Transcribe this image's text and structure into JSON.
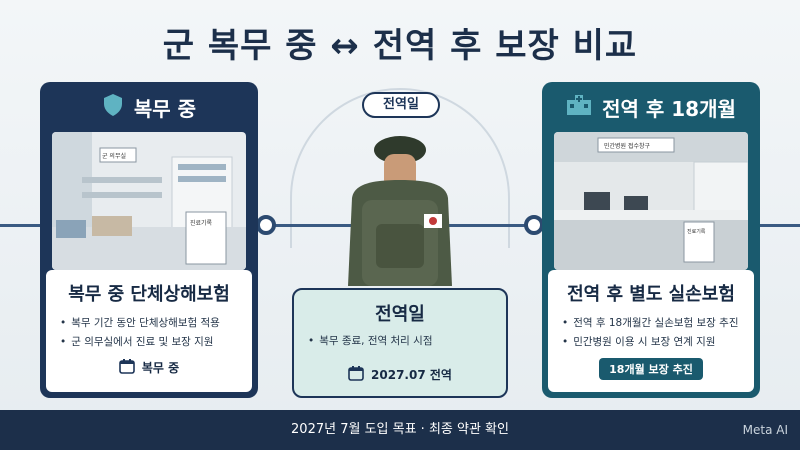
{
  "title": "군 복무 중 ↔ 전역 후 보장 비교",
  "left": {
    "header": "복무 중",
    "photo_sign": "군 의무실",
    "photo_board": "진료기록",
    "card_title": "복무 중 단체상해보험",
    "bullets": [
      "복무 기간 동안 단체상해보험 적용",
      "군 의무실에서 진료 및 보장 지원"
    ],
    "tag": "복무 중"
  },
  "center": {
    "top_label": "전역일",
    "card_title": "전역일",
    "bullets": [
      "복무 종료, 전역 처리 시점"
    ],
    "tag": "2027.07 전역"
  },
  "right": {
    "header": "전역 후 18개월",
    "photo_sign": "민간병원 접수창구",
    "photo_board": "진료기록",
    "card_title": "전역 후 별도 실손보험",
    "bullets": [
      "전역 후 18개월간 실손보험 보장 추진",
      "민간병원 이용 시 보장 연계 지원"
    ],
    "pill": "18개월 보장 추진"
  },
  "footer": "2027년 7월 도입 목표 · 최종 약관 확인",
  "watermark": "Meta AI",
  "colors": {
    "navy": "#1d3558",
    "teal": "#1a5a6e",
    "mint": "#d9ece9"
  },
  "icons": {
    "left_header": "shield-icon",
    "right_header": "hospital-icon",
    "tag": "calendar-icon"
  }
}
